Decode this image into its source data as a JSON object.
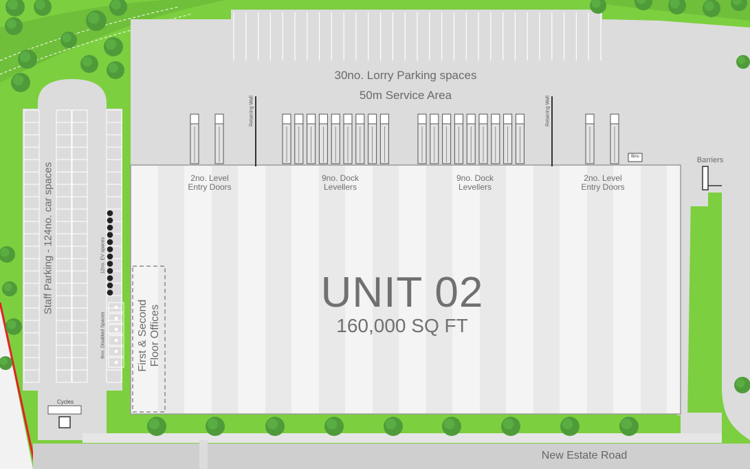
{
  "site": {
    "unit_name": "UNIT 02",
    "unit_area": "160,000 SQ FT",
    "lorry_parking": "30no. Lorry Parking spaces",
    "service_area": "50m Service Area",
    "staff_parking": "Staff Parking - 124no. car spaces",
    "ev_spaces": "12no. EV spaces",
    "disabled_spaces": "6no. Disabled Spaces",
    "offices": "First & Second\nFloor Offices",
    "cycles": "Cycles",
    "barriers": "Barriers",
    "bins": "Bins",
    "retaining_wall": "Retaining Wall",
    "road": "New Estate Road",
    "doors": [
      {
        "label": "2no. Level\nEntry Doors"
      },
      {
        "label": "9no. Dock\nLevellers"
      },
      {
        "label": "9no. Dock\nLevellers"
      },
      {
        "label": "2no. Level\nEntry Doors"
      }
    ]
  },
  "colors": {
    "grass": "#7ccf3f",
    "hardstanding": "#dcdcdc",
    "building": "#f4f4f4",
    "road": "#cfcfcf",
    "tree": "#4f9b3a",
    "boundary": "#e32222"
  }
}
